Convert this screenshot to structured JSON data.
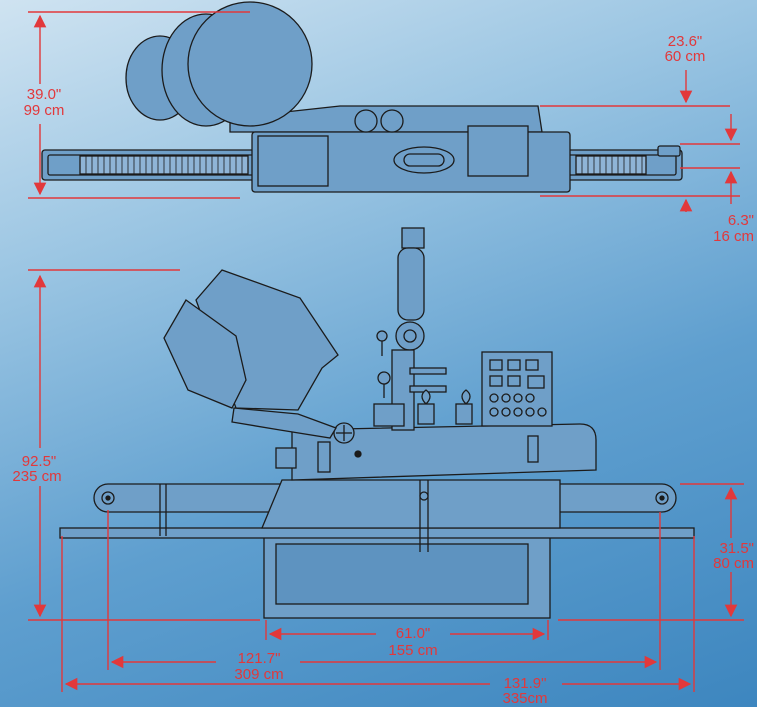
{
  "colors": {
    "background_top": "#cfe3f1",
    "background_bottom": "#3d86bf",
    "drawing_fill": "#6f9fc8",
    "outline": "#1b1b1b",
    "dimension": "#e2383b"
  },
  "dimensions": {
    "top_height_in": "39.0\"",
    "top_height_cm": "99 cm",
    "top_rail_in": "23.6\"",
    "top_rail_cm": "60 cm",
    "top_offset_in": "6.3\"",
    "top_offset_cm": "16 cm",
    "side_height_in": "92.5\"",
    "side_height_cm": "235 cm",
    "side_table_in": "31.5\"",
    "side_table_cm": "80 cm",
    "base_width_in": "61.0\"",
    "base_width_cm": "155 cm",
    "conveyor_width_in": "121.7\"",
    "conveyor_width_cm": "309 cm",
    "overall_width_in": "131.9\"",
    "overall_width_cm": "335cm"
  }
}
